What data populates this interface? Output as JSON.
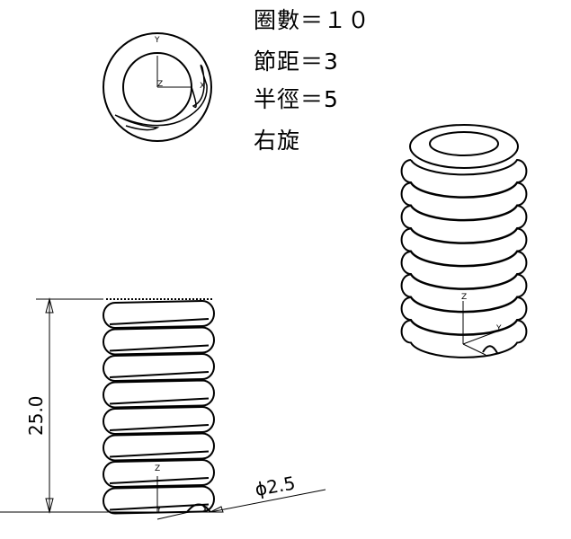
{
  "specs": {
    "turns": "圈數＝１０",
    "pitch": "節距＝3",
    "radius": "半徑＝5",
    "direction": "右旋"
  },
  "dimensions": {
    "height": "25.0",
    "wire_diameter": "ϕ2.5"
  },
  "axes": {
    "x": "X",
    "y": "Y",
    "z": "Z"
  }
}
